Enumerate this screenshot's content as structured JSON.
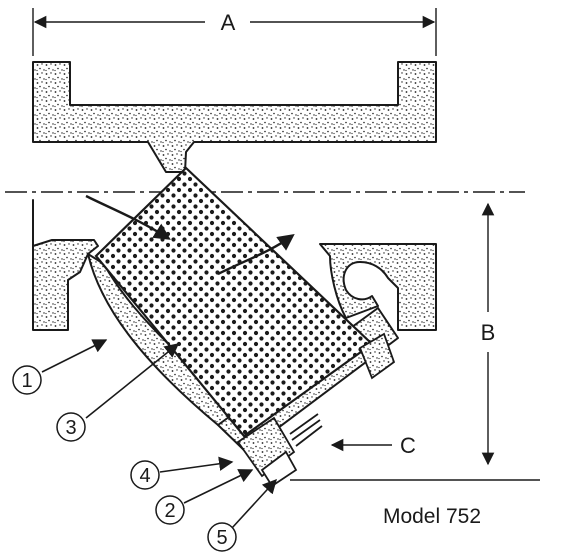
{
  "diagram": {
    "dimension_a": "A",
    "dimension_b": "B",
    "dimension_c": "C",
    "callouts": [
      "1",
      "2",
      "3",
      "4",
      "5"
    ],
    "model_label": "Model 752"
  }
}
